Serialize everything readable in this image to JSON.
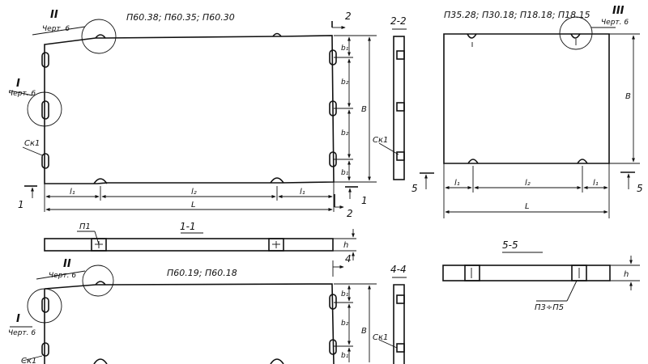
{
  "labels": {
    "plate_a_title": "П60.38; П60.35; П60.30",
    "plate_b_title": "П35.28; П30.18; П18.18; П18.15",
    "plate_c_title": "П60.19; П60.18",
    "section_22": "2-2",
    "section_11": "1-1",
    "section_44": "4-4",
    "section_55": "5-5",
    "roman_2": "II",
    "roman_1": "I",
    "roman_3": "III",
    "chert6": "Черт. 6",
    "ck1": "Ск1",
    "ck1_partial": "Ск1",
    "p1": "П1",
    "p3p5": "П3÷П5",
    "num_1": "1",
    "num_2": "2",
    "num_4": "4",
    "num_5": "5",
    "l1": "l₁",
    "l2": "l₂",
    "L": "L",
    "B": "B",
    "b1": "b₁",
    "b2": "b₂",
    "h": "h"
  }
}
